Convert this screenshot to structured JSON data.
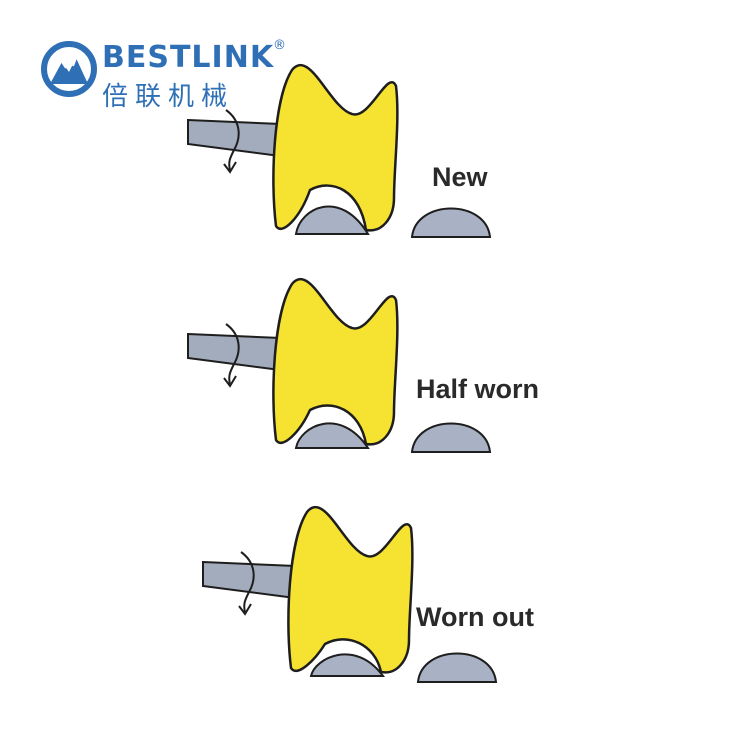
{
  "logo": {
    "brand": "BESTLINK",
    "registered": "®",
    "chinese": "倍联机械",
    "color": "#2f6fb6"
  },
  "colors": {
    "body": "#f6e231",
    "outline": "#1e1e1e",
    "button": "#a9b2c4",
    "shank": "#a3acbc"
  },
  "stages": [
    {
      "label": "New"
    },
    {
      "label": "Half worn"
    },
    {
      "label": "Worn out"
    }
  ]
}
